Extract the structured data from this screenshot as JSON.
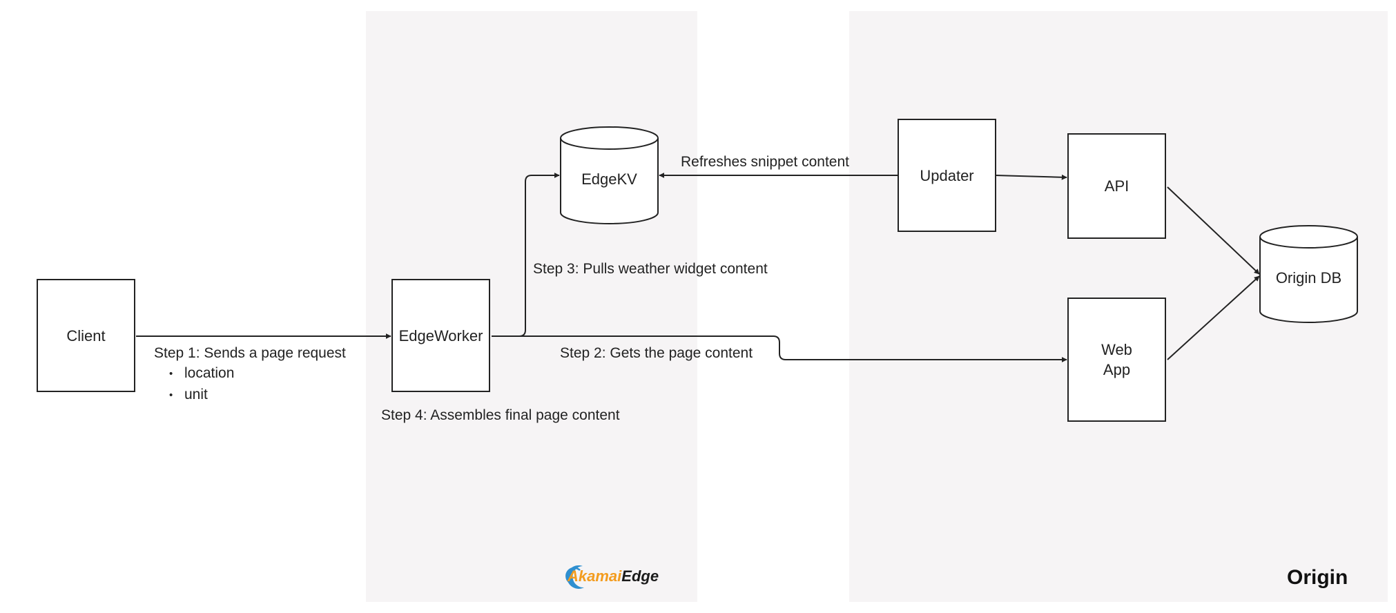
{
  "zones": {
    "akamai": {
      "logo_word_1": "Akamai",
      "logo_word_2": "Edge",
      "logo_color": "#f39c1f",
      "swirl_color": "#2f8fd0"
    },
    "origin": {
      "title": "Origin"
    }
  },
  "nodes": {
    "client": "Client",
    "edgeworker": "EdgeWorker",
    "edgekv": "EdgeKV",
    "updater": "Updater",
    "api": "API",
    "webapp": "Web\nApp",
    "origindb": "Origin DB"
  },
  "labels": {
    "step1": "Step 1: Sends a  page request",
    "step1_items": [
      "location",
      "unit"
    ],
    "step2": "Step 2: Gets the page content",
    "step3": "Step 3: Pulls weather widget content",
    "step4": "Step 4: Assembles final page content",
    "refresh": "Refreshes snippet content"
  },
  "colors": {
    "zone_bg": "#f6f4f5",
    "stroke": "#222222"
  }
}
